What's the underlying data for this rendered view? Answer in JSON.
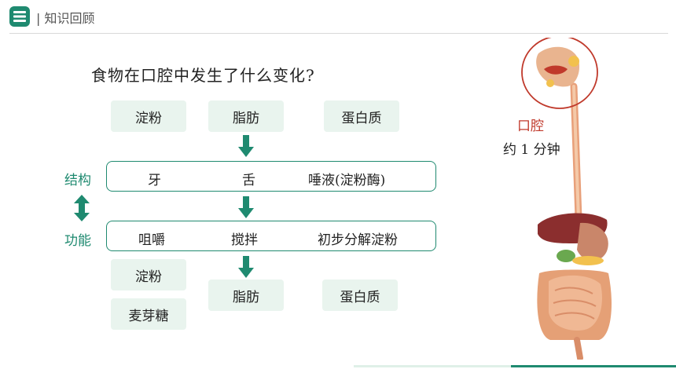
{
  "header": {
    "title": "| 知识回顾"
  },
  "question": "食物在口腔中发生了什么变化?",
  "nutrients_top": [
    "淀粉",
    "脂肪",
    "蛋白质"
  ],
  "side_labels": {
    "structure": "结构",
    "function": "功能"
  },
  "structure_row": [
    "牙",
    "舌",
    "唾液(淀粉酶)"
  ],
  "function_row": [
    "咀嚼",
    "搅拌",
    "初步分解淀粉"
  ],
  "results": {
    "col1": [
      "淀粉",
      "麦芽糖"
    ],
    "col2": "脂肪",
    "col3": "蛋白质"
  },
  "diagram": {
    "organ": "口腔",
    "time": "约 1 分钟"
  },
  "colors": {
    "accent": "#1f8a70",
    "chip_bg": "#e9f4ee",
    "organ_label": "#c0392b"
  }
}
